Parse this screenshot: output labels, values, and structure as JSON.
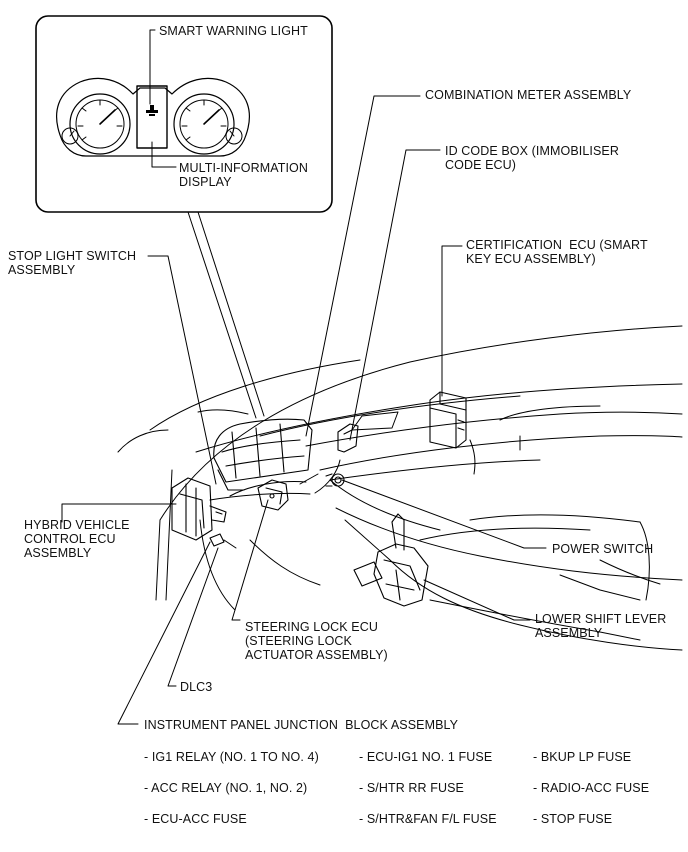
{
  "labels": {
    "smart_warning_light": "SMART WARNING LIGHT",
    "multi_information_display": "MULTI-INFORMATION\nDISPLAY",
    "combination_meter_assembly": "COMBINATION METER ASSEMBLY",
    "id_code_box": "ID CODE BOX (IMMOBILISER\nCODE ECU)",
    "certification_ecu": "CERTIFICATION  ECU (SMART\nKEY ECU ASSEMBLY)",
    "stop_light_switch": "STOP LIGHT SWITCH\nASSEMBLY",
    "hybrid_vehicle_control_ecu": "HYBRID VEHICLE\nCONTROL ECU\nASSEMBLY",
    "power_switch": "POWER SWITCH",
    "lower_shift_lever": "LOWER SHIFT LEVER\nASSEMBLY",
    "steering_lock_ecu": "STEERING LOCK ECU\n(STEERING LOCK\nACTUATOR ASSEMBLY)",
    "dlc3": "DLC3",
    "instrument_panel_junction_block": "INSTRUMENT PANEL JUNCTION  BLOCK ASSEMBLY"
  },
  "junction_block_items": {
    "col1": [
      "- IG1 RELAY (NO. 1 TO NO. 4)",
      "- ACC RELAY (NO. 1, NO. 2)",
      "- ECU-ACC FUSE"
    ],
    "col2": [
      "- ECU-IG1 NO. 1 FUSE",
      "- S/HTR RR FUSE",
      "- S/HTR&FAN F/L FUSE"
    ],
    "col3": [
      "- BKUP LP FUSE",
      "- RADIO-ACC FUSE",
      "- STOP FUSE"
    ]
  },
  "colors": {
    "line": "#000000",
    "text": "#111111",
    "background": "#ffffff"
  }
}
